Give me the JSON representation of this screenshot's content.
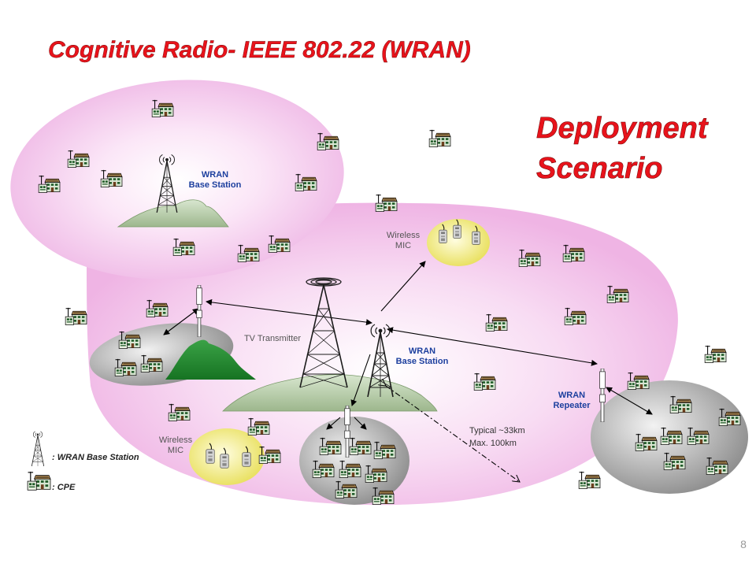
{
  "slide": {
    "title": "Cognitive Radio- IEEE 802.22 (WRAN)",
    "subtitle_line1": "Deployment",
    "subtitle_line2": "Scenario",
    "page_number": "8"
  },
  "labels": {
    "wran_bs_top_l1": "WRAN",
    "wran_bs_top_l2": "Base Station",
    "wran_bs_mid_l1": "WRAN",
    "wran_bs_mid_l2": "Base Station",
    "tv_transmitter": "TV Transmitter",
    "wireless_mic_top_l1": "Wireless",
    "wireless_mic_top_l2": "MIC",
    "wireless_mic_bottom_l1": "Wireless",
    "wireless_mic_bottom_l2": "MIC",
    "wran_repeater_l1": "WRAN",
    "wran_repeater_l2": "Repeater",
    "range_l1": "Typical ~33km",
    "range_l2": "Max. 100km"
  },
  "legend": {
    "bs": ": WRAN Base Station",
    "cpe": ": CPE"
  },
  "colors": {
    "title": "#e8131b",
    "zone_pink": "#f6d3ef",
    "mic_zone": "#f2ec86",
    "gray_zone": "#a9a9a9",
    "label_blue": "#1c3f9e",
    "mountain_green": "#1e8a2a"
  },
  "icons": {
    "bs": "tower-icon",
    "cpe": "house-with-antenna-icon",
    "mic": "wireless-mic-icon",
    "repeater": "repeater-mast-icon"
  }
}
